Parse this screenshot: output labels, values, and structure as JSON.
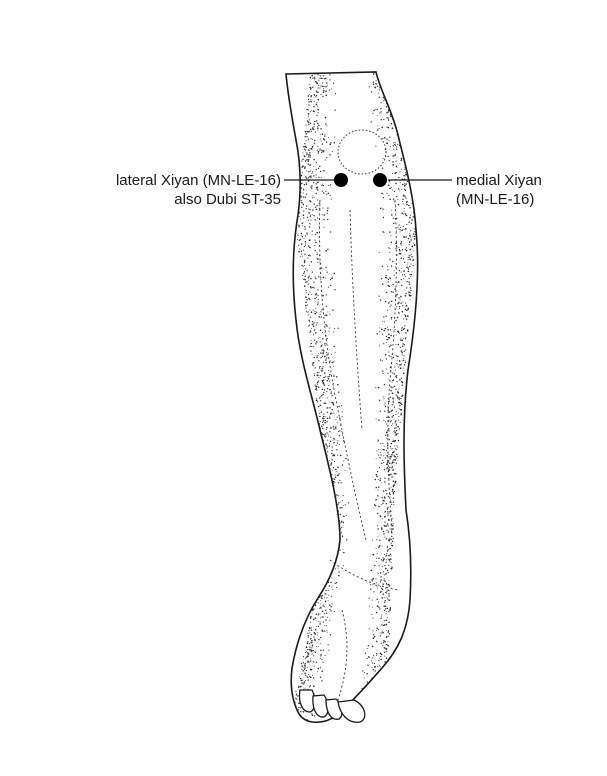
{
  "points": {
    "lateral": {
      "label_line1": "lateral Xiyan (MN-LE-16)",
      "label_line2": "also Dubi ST-35"
    },
    "medial": {
      "label_line1": "medial Xiyan",
      "label_line2": "(MN-LE-16)"
    }
  },
  "colors": {
    "ink": "#1a1a1a",
    "skin": "#ffffff",
    "point": "#000000"
  }
}
